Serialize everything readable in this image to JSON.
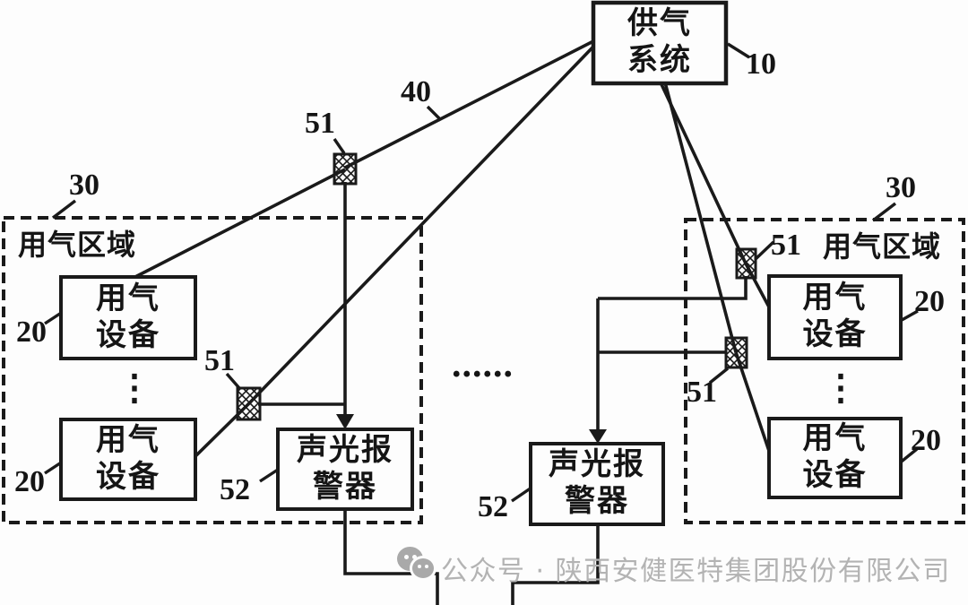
{
  "figure": {
    "supply_system": {
      "line1": "供气",
      "line2": "系统",
      "ref": "10"
    },
    "pipeline_ref": "40",
    "area": {
      "label": "用气区域",
      "ref": "30"
    },
    "device": {
      "line1": "用气",
      "line2": "设备",
      "ref": "20"
    },
    "valve_ref": "51",
    "alarm": {
      "line1": "声光报",
      "line2": "警器",
      "ref": "52"
    },
    "ellipsis_vertical": "⋮",
    "ellipsis_horizontal": "......"
  },
  "watermark": {
    "icon": "wechat-official-account-icon",
    "text": "公众号 · 陕西安健医特集团股份有限公司"
  },
  "colors": {
    "line": "#1a1a1a",
    "background": "#fdfdfd",
    "watermark_text": "#b3b3b3",
    "watermark_icon": "#a9a9a9"
  }
}
